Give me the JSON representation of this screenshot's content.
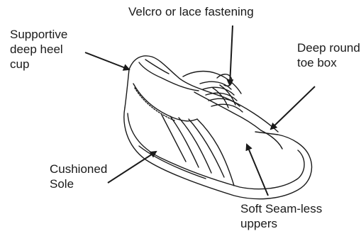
{
  "labels": {
    "velcro": "Velcro or lace fastening",
    "heel_line1": "Supportive",
    "heel_line2": "deep heel",
    "heel_line3": "cup",
    "toe_line1": "Deep round",
    "toe_line2": "toe box",
    "sole_line1": "Cushioned",
    "sole_line2": "Sole",
    "upper_line1": "Soft Seam-less",
    "upper_line2": "uppers"
  },
  "icons": {
    "shoe": "shoe-illustration",
    "arrow": "arrow-icon"
  },
  "colors": {
    "ink": "#1a1a1a",
    "background": "#ffffff"
  }
}
